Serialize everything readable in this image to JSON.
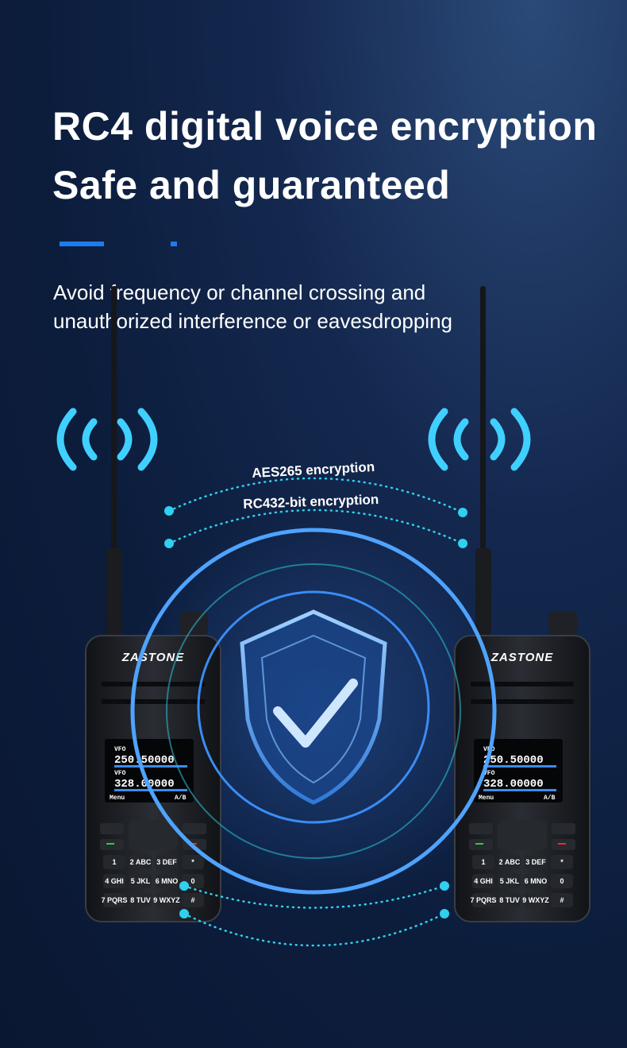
{
  "headline": {
    "line1": "RC4 digital voice encryption",
    "line2": "Safe and guaranteed"
  },
  "subtitle": {
    "line1": "Avoid frequency or channel crossing and",
    "line2": "unauthorized interference or eavesdropping"
  },
  "encryption_labels": {
    "aes": "AES265 encryption",
    "rc4": "RC432-bit encryption"
  },
  "radio": {
    "brand": "ZASTONE",
    "vfo_label": "VFO",
    "freq_a": "250.50000",
    "freq_b": "328.00000",
    "menu_label": "Menu",
    "ab_label": "A/B",
    "keys": [
      "1",
      "2 ABC",
      "3 DEF",
      "*",
      "4 GHI",
      "5 JKL",
      "6 MNO",
      "0",
      "7 PQRS",
      "8 TUV",
      "9 WXYZ",
      "#"
    ]
  },
  "icons": [
    "signal-waves-icon",
    "shield-check-icon"
  ],
  "colors": {
    "accent_blue": "#1e7cf0",
    "cyan": "#2fd0f0",
    "background": "#0f2247"
  }
}
